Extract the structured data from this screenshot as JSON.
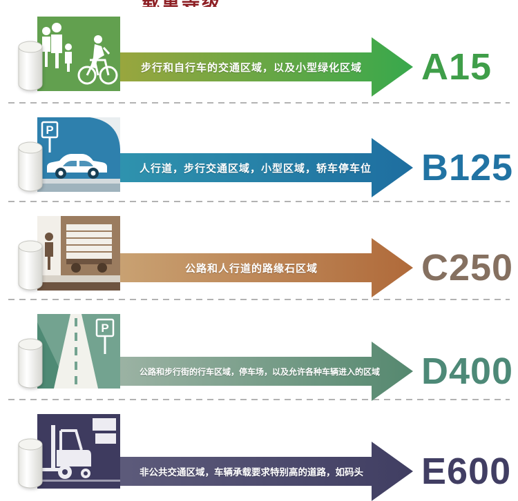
{
  "page": {
    "cropped_title": "载重等级",
    "background": "#ffffff",
    "separator_color": "#b2b2b2"
  },
  "rows": [
    {
      "code": "A15",
      "description": "步行和自行车的交通区域，以及小型绿化区域",
      "label_color": "#3f9e49",
      "arrow_from": "#9aa63e",
      "arrow_to": "#38a84c",
      "icon_bg": "#62a04f",
      "icon": "pedestrians-and-cyclist"
    },
    {
      "code": "B125",
      "description": "人行道，步行交通区域，小型区域，轿车停车位",
      "label_color": "#2173a3",
      "arrow_from": "#2f93ae",
      "arrow_to": "#1e6ea0",
      "icon_bg": "#2e80ad",
      "icon": "car-and-parking-sign"
    },
    {
      "code": "C250",
      "description": "公路和人行道的路缘石区域",
      "label_color": "#857060",
      "arrow_from": "#c9a273",
      "arrow_to": "#b06a3a",
      "icon_bg": "#9b7c5f",
      "icon": "pedestrian-and-truck-at-curb"
    },
    {
      "code": "D400",
      "description": "公路和步行街的行车区域，停车场，以及允许各种车辆进入的区域",
      "label_color": "#4d8977",
      "arrow_from": "#9cb3a4",
      "arrow_to": "#55886f",
      "icon_bg": "#73a390",
      "icon": "road-and-parking-sign"
    },
    {
      "code": "E600",
      "description": "非公共交通区域，车辆承载要求特别高的道路，如码头",
      "label_color": "#413e63",
      "arrow_from": "#5d5b7b",
      "arrow_to": "#403e62",
      "icon_bg": "#3e3b5f",
      "icon": "forklift"
    }
  ]
}
